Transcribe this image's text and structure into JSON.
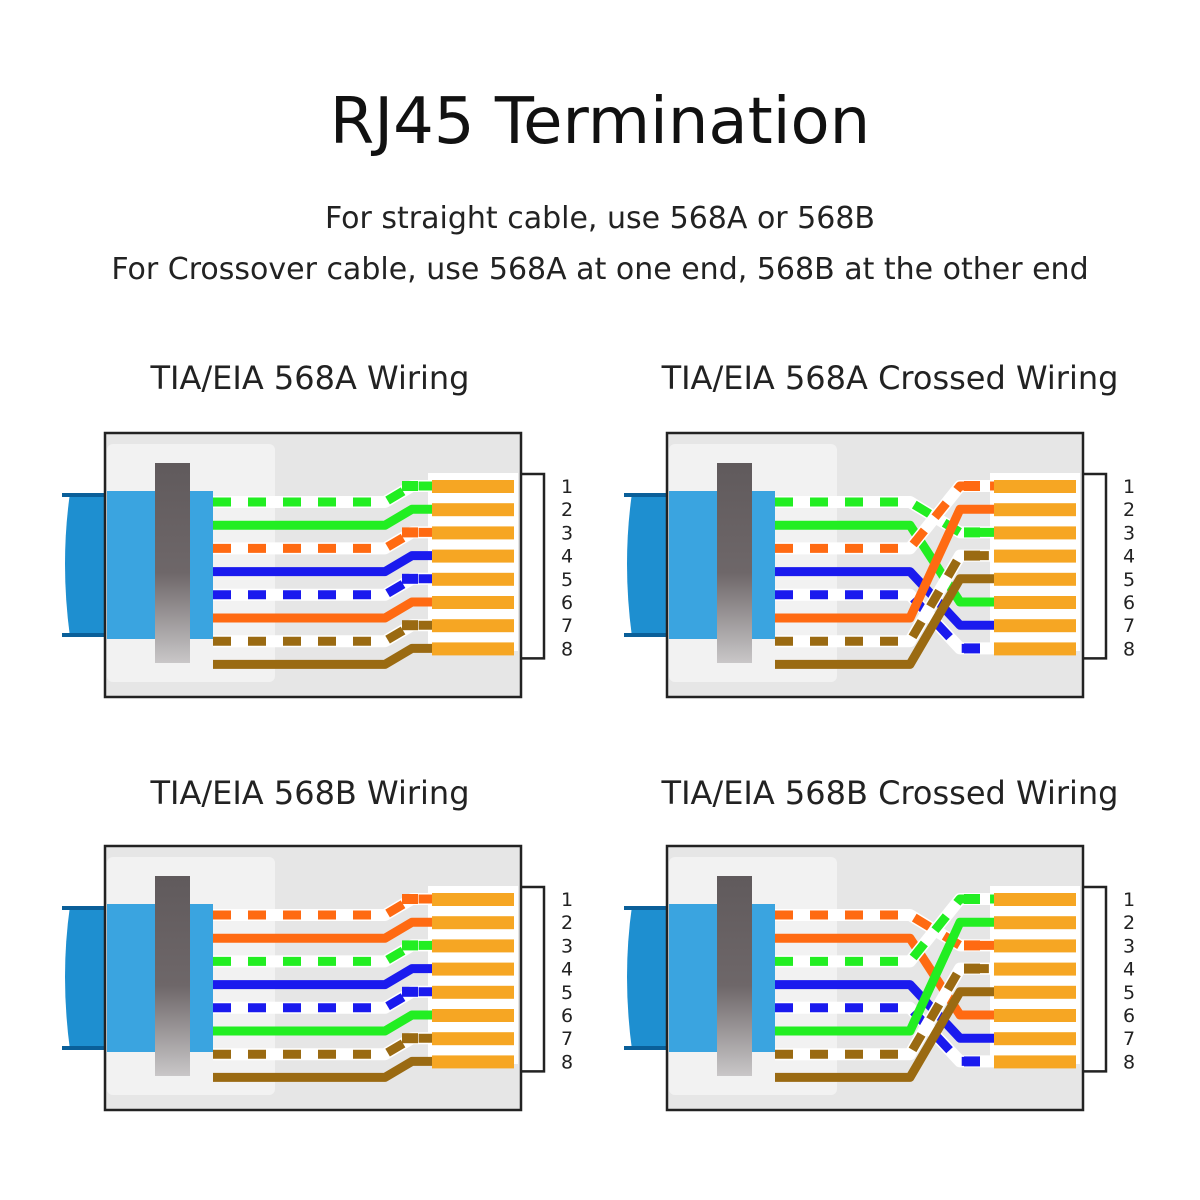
{
  "title": "RJ45 Termination",
  "subtitle_line1": "For straight cable, use 568A or 568B",
  "subtitle_line2": "For Crossover cable, use 568A at one end, 568B at the other end",
  "colors": {
    "cable_blue": "#1e8fd0",
    "cable_blue_dark": "#0a5f99",
    "plug_shell": "#e6e6e6",
    "boot": "#f2f2f2",
    "clip": "#6b6466",
    "contact": "#f6a623",
    "green": "#22ee22",
    "orange": "#ff6a12",
    "blue": "#1a1aee",
    "brown": "#9a6a12",
    "outline": "#222222"
  },
  "pin_labels": [
    "1",
    "2",
    "3",
    "4",
    "5",
    "6",
    "7",
    "8"
  ],
  "panels": [
    {
      "title": "TIA/EIA 568A Wiring",
      "crossed": false,
      "wires": [
        {
          "color": "green",
          "striped": true
        },
        {
          "color": "green",
          "striped": false
        },
        {
          "color": "orange",
          "striped": true
        },
        {
          "color": "blue",
          "striped": false
        },
        {
          "color": "blue",
          "striped": true
        },
        {
          "color": "orange",
          "striped": false
        },
        {
          "color": "brown",
          "striped": true
        },
        {
          "color": "brown",
          "striped": false
        }
      ]
    },
    {
      "title": "TIA/EIA 568A Crossed Wiring",
      "crossed": true,
      "wires": [
        {
          "color": "green",
          "striped": true
        },
        {
          "color": "green",
          "striped": false
        },
        {
          "color": "orange",
          "striped": true
        },
        {
          "color": "blue",
          "striped": false
        },
        {
          "color": "blue",
          "striped": true
        },
        {
          "color": "orange",
          "striped": false
        },
        {
          "color": "brown",
          "striped": true
        },
        {
          "color": "brown",
          "striped": false
        }
      ],
      "pin_wires": [
        {
          "color": "orange",
          "striped": true
        },
        {
          "color": "orange",
          "striped": false
        },
        {
          "color": "green",
          "striped": true
        },
        {
          "color": "brown",
          "striped": true
        },
        {
          "color": "brown",
          "striped": false
        },
        {
          "color": "green",
          "striped": false
        },
        {
          "color": "blue",
          "striped": false
        },
        {
          "color": "blue",
          "striped": true
        }
      ]
    },
    {
      "title": "TIA/EIA 568B Wiring",
      "crossed": false,
      "wires": [
        {
          "color": "orange",
          "striped": true
        },
        {
          "color": "orange",
          "striped": false
        },
        {
          "color": "green",
          "striped": true
        },
        {
          "color": "blue",
          "striped": false
        },
        {
          "color": "blue",
          "striped": true
        },
        {
          "color": "green",
          "striped": false
        },
        {
          "color": "brown",
          "striped": true
        },
        {
          "color": "brown",
          "striped": false
        }
      ]
    },
    {
      "title": "TIA/EIA 568B Crossed Wiring",
      "crossed": true,
      "wires": [
        {
          "color": "orange",
          "striped": true
        },
        {
          "color": "orange",
          "striped": false
        },
        {
          "color": "green",
          "striped": true
        },
        {
          "color": "blue",
          "striped": false
        },
        {
          "color": "blue",
          "striped": true
        },
        {
          "color": "green",
          "striped": false
        },
        {
          "color": "brown",
          "striped": true
        },
        {
          "color": "brown",
          "striped": false
        }
      ],
      "pin_wires": [
        {
          "color": "green",
          "striped": true
        },
        {
          "color": "green",
          "striped": false
        },
        {
          "color": "orange",
          "striped": true
        },
        {
          "color": "brown",
          "striped": true
        },
        {
          "color": "brown",
          "striped": false
        },
        {
          "color": "orange",
          "striped": false
        },
        {
          "color": "blue",
          "striped": false
        },
        {
          "color": "blue",
          "striped": true
        }
      ]
    }
  ]
}
